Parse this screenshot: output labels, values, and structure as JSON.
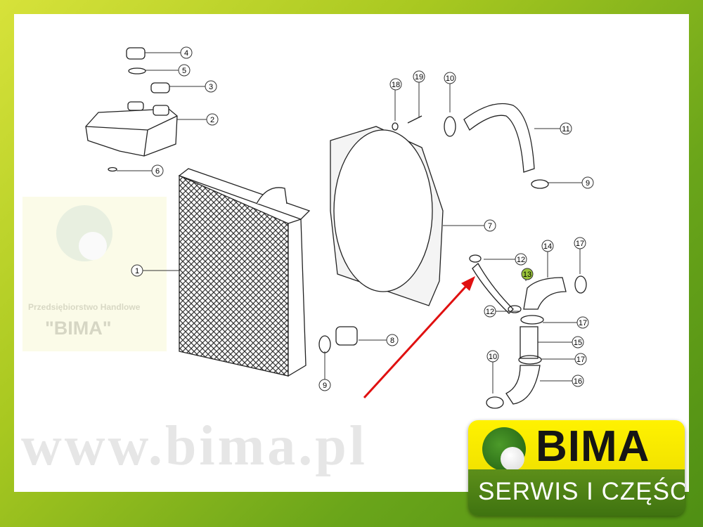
{
  "watermark": {
    "company_line": "Przedsiębiorstwo Handlowe",
    "company_name": "\"BIMA\"",
    "url": "www.bima.pl"
  },
  "callouts": [
    "1",
    "2",
    "3",
    "4",
    "5",
    "6",
    "7",
    "8",
    "9",
    "9",
    "10",
    "10",
    "11",
    "12",
    "12",
    "13",
    "14",
    "15",
    "16",
    "17",
    "17",
    "17",
    "18",
    "19"
  ],
  "highlighted_part": "13",
  "colors": {
    "highlight": "#9ac43a",
    "arrow": "#e01010",
    "frame": "#6aa51a"
  },
  "logo": {
    "name": "BIMA",
    "tagline": "SERWIS I CZĘŚCI"
  }
}
